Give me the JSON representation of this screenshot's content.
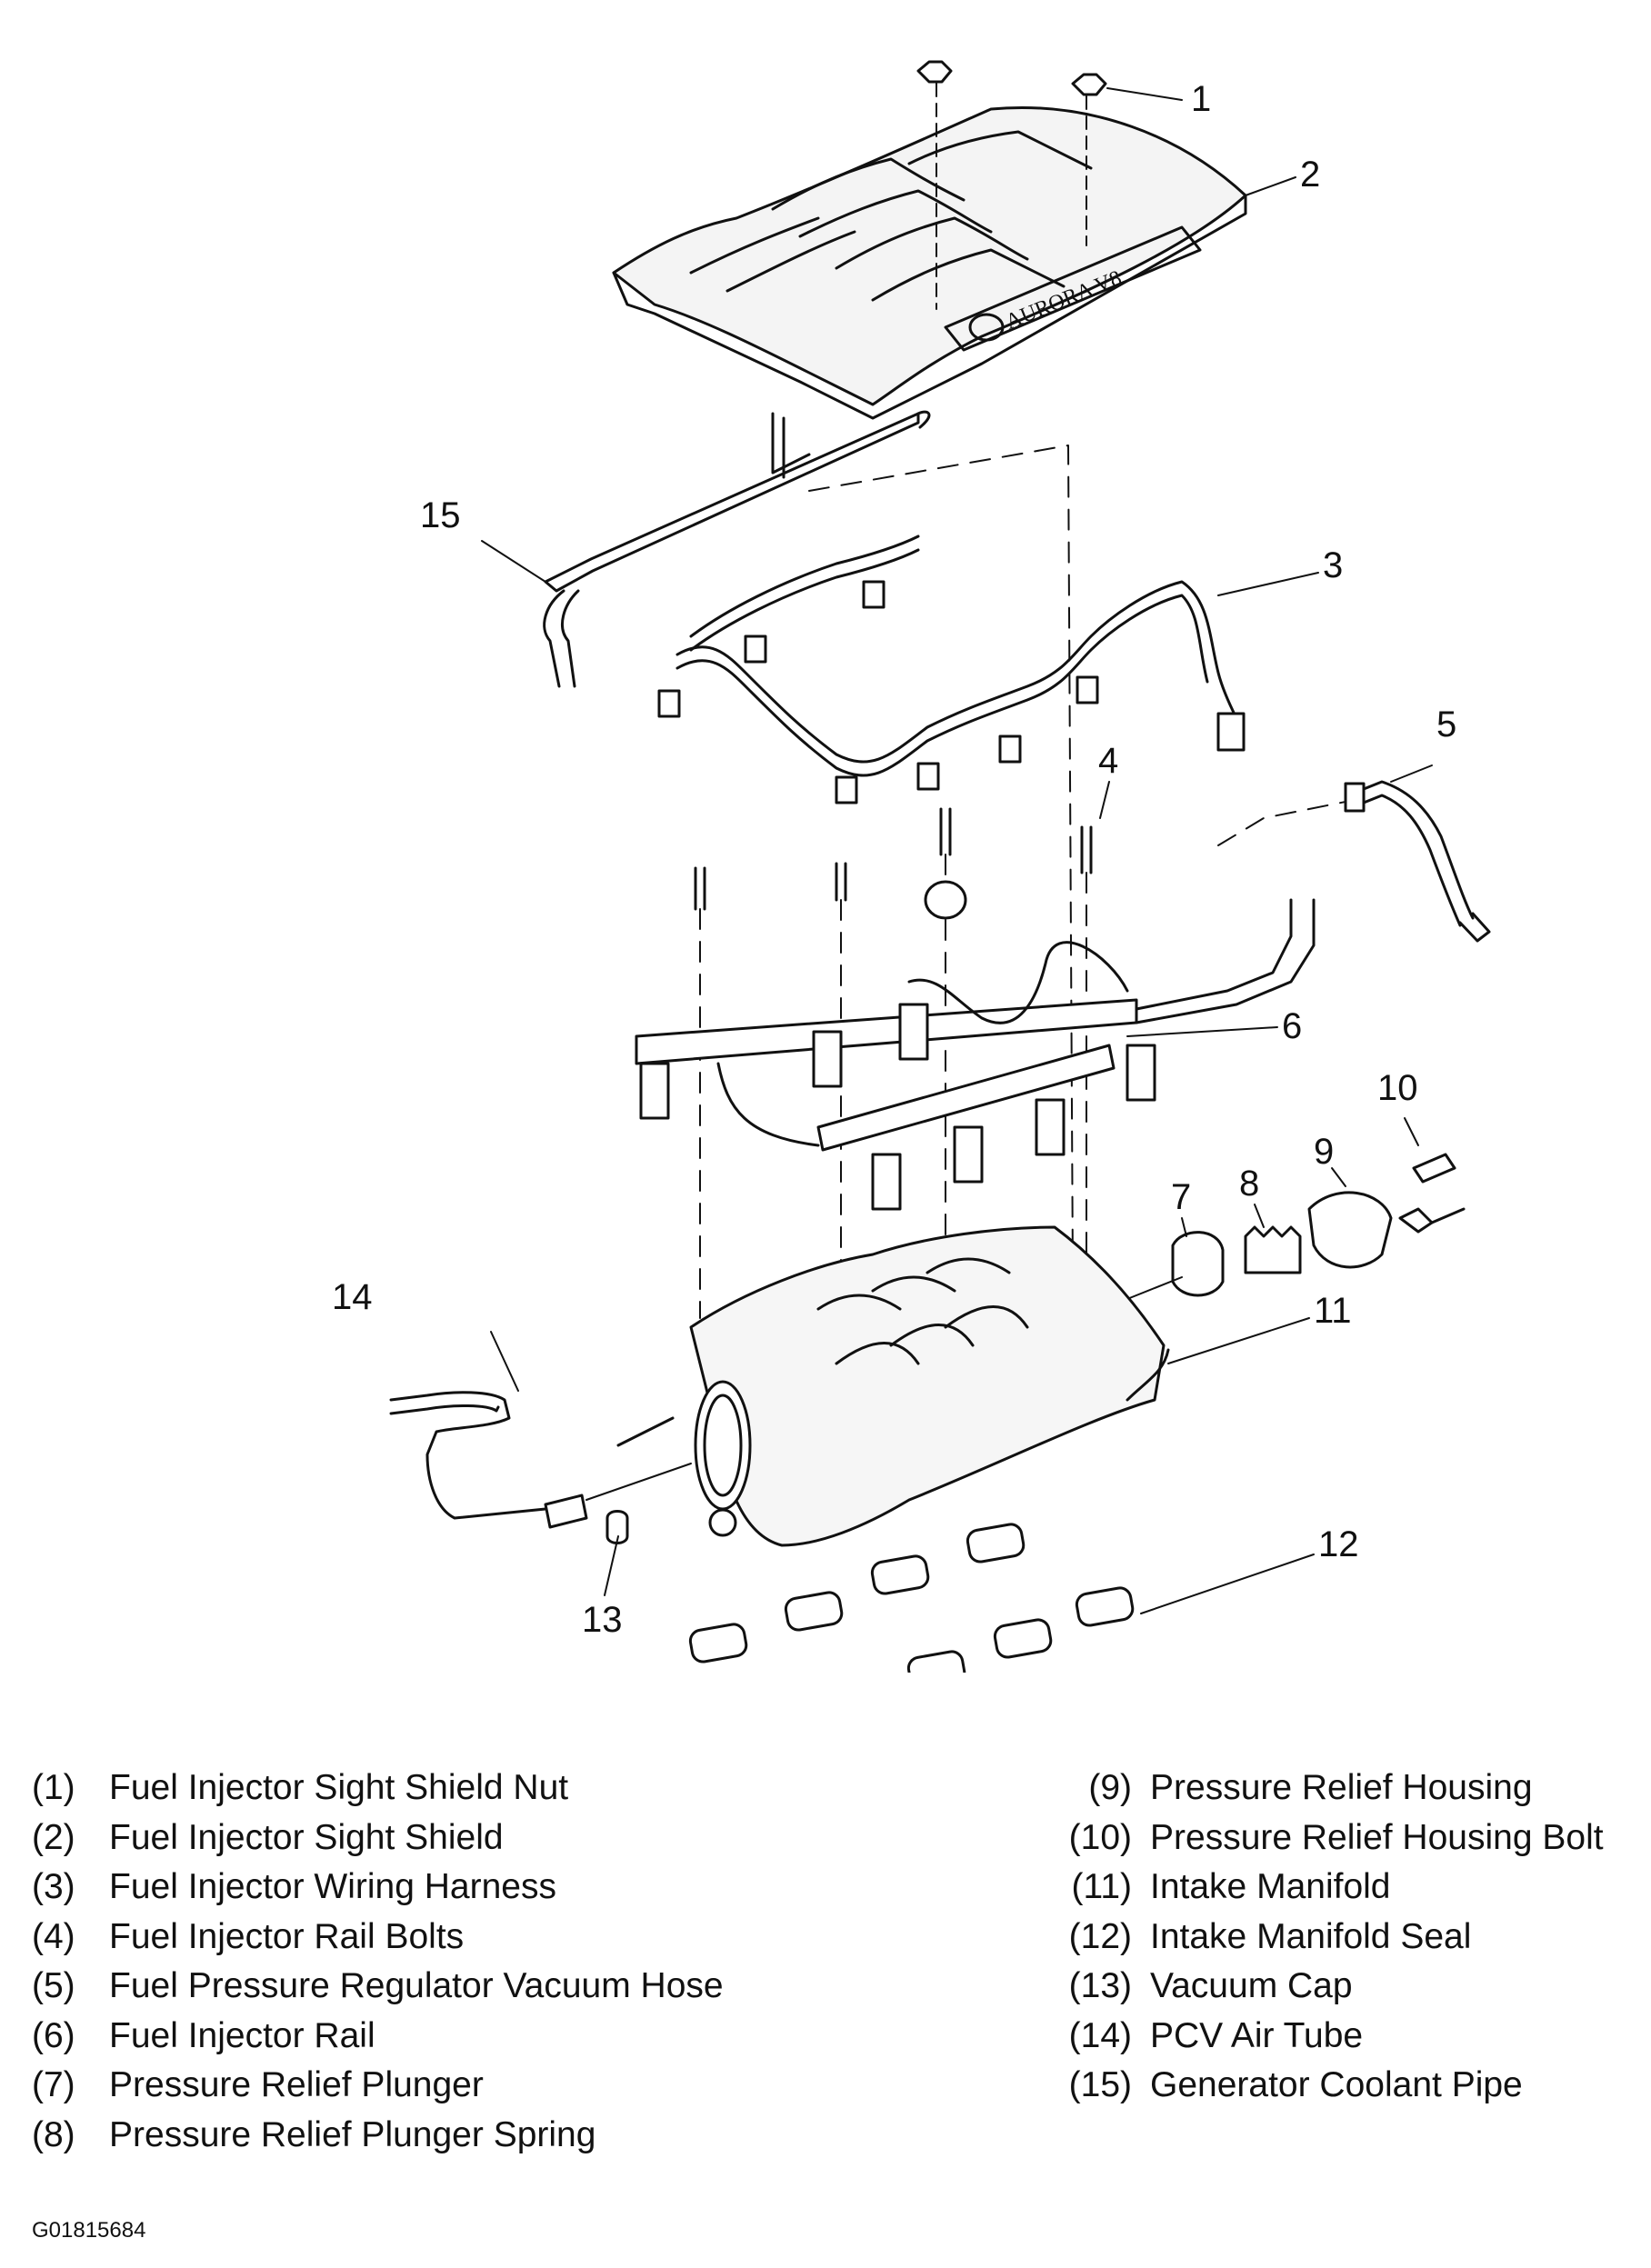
{
  "callouts": [
    {
      "n": "1",
      "label": "Fuel Injector Sight Shield Nut"
    },
    {
      "n": "2",
      "label": "Fuel Injector Sight Shield"
    },
    {
      "n": "3",
      "label": "Fuel Injector Wiring Harness"
    },
    {
      "n": "4",
      "label": "Fuel Injector Rail Bolts"
    },
    {
      "n": "5",
      "label": "Fuel Pressure Regulator Vacuum Hose"
    },
    {
      "n": "6",
      "label": "Fuel Injector Rail"
    },
    {
      "n": "7",
      "label": "Pressure Relief Plunger"
    },
    {
      "n": "8",
      "label": "Pressure Relief Plunger Spring"
    },
    {
      "n": "9",
      "label": "Pressure Relief Housing"
    },
    {
      "n": "10",
      "label": "Pressure Relief Housing Bolt"
    },
    {
      "n": "11",
      "label": "Intake Manifold"
    },
    {
      "n": "12",
      "label": "Intake Manifold Seal"
    },
    {
      "n": "13",
      "label": "Vacuum Cap"
    },
    {
      "n": "14",
      "label": "PCV Air Tube"
    },
    {
      "n": "15",
      "label": "Generator Coolant Pipe"
    }
  ],
  "legend_numbers": [
    "(1)",
    "(2)",
    "(3)",
    "(4)",
    "(5)",
    "(6)",
    "(7)",
    "(8)",
    "(9)",
    "(10)",
    "(11)",
    "(12)",
    "(13)",
    "(14)",
    "(15)"
  ],
  "shield_text": "AURORA V8",
  "figure_id": "G01815684"
}
